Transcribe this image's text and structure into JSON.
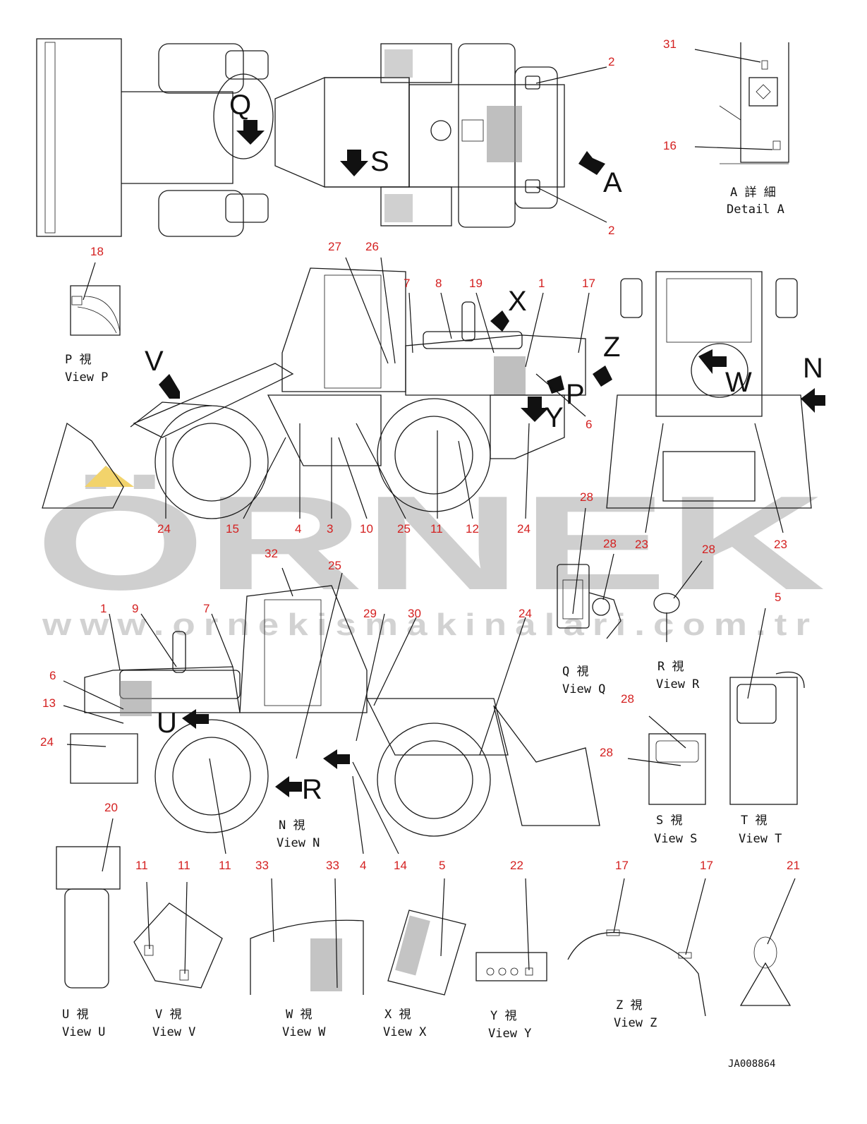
{
  "drawing_code": "JA008864",
  "watermark": {
    "brand": "ÖRNEK",
    "url": "www.ornekismakinalari.com.tr"
  },
  "detail_a": {
    "jp": "A 詳 細",
    "en": "Detail A"
  },
  "view_letters": {
    "Q": "Q",
    "S": "S",
    "A": "A",
    "X": "X",
    "Z": "Z",
    "P": "P",
    "Y": "Y",
    "V": "V",
    "N": "N",
    "W": "W",
    "U": "U",
    "R": "R"
  },
  "callouts": {
    "c2a": "2",
    "c2b": "2",
    "c31": "31",
    "c16": "16",
    "c18": "18",
    "c27": "27",
    "c26": "26",
    "c7a": "7",
    "c8": "8",
    "c19": "19",
    "c1a": "1",
    "c17a": "17",
    "c6a": "6",
    "c24a": "24",
    "c15": "15",
    "c4a": "4",
    "c3": "3",
    "c10": "10",
    "c25a": "25",
    "c11a": "11",
    "c12": "12",
    "c24b": "24",
    "c23a": "23",
    "c23b": "23",
    "c28a": "28",
    "c28b": "28",
    "c28c": "28",
    "c28d": "28",
    "c28e": "28",
    "c5a": "5",
    "c32": "32",
    "c25b": "25",
    "c1b": "1",
    "c9": "9",
    "c7b": "7",
    "c29": "29",
    "c30": "30",
    "c24c": "24",
    "c6b": "6",
    "c13": "13",
    "c24d": "24",
    "c20": "20",
    "c4b": "4",
    "c14": "14",
    "c11b": "11",
    "c11c": "11",
    "c11d": "11",
    "c33a": "33",
    "c33b": "33",
    "c5b": "5",
    "c22": "22",
    "c17b": "17",
    "c17c": "17",
    "c21": "21"
  },
  "views": {
    "P": {
      "jp": "P  視",
      "en": "View P"
    },
    "Q": {
      "jp": "Q  視",
      "en": "View Q"
    },
    "R": {
      "jp": "R  視",
      "en": "View R"
    },
    "S": {
      "jp": "S  視",
      "en": "View S"
    },
    "T": {
      "jp": "T  視",
      "en": "View T"
    },
    "N": {
      "jp": "N  視",
      "en": "View N"
    },
    "U": {
      "jp": "U  視",
      "en": "View U"
    },
    "V": {
      "jp": "V  視",
      "en": "View V"
    },
    "W": {
      "jp": "W  視",
      "en": "View W"
    },
    "X": {
      "jp": "X  視",
      "en": "View X"
    },
    "Y": {
      "jp": "Y  視",
      "en": "View Y"
    },
    "Z": {
      "jp": "Z  視",
      "en": "View Z"
    }
  },
  "colors": {
    "callout": "#d42020",
    "line": "#1a1a1a",
    "watermark": "#cfcfcf",
    "watermark_accent": "#f2d36b"
  }
}
